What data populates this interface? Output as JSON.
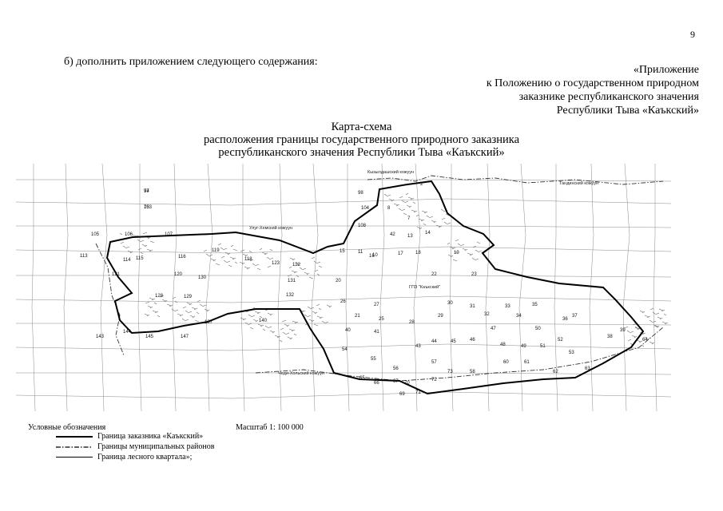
{
  "page_number": "9",
  "intro": "б) дополнить приложением следующего содержания:",
  "appendix": {
    "line1": "«Приложение",
    "line2": "к Положению о государственном природном",
    "line3": "заказнике республиканского значения",
    "line4": "Республики Тыва «Каъкский»"
  },
  "title": {
    "line1": "Карта-схема",
    "line2": "расположения границы государственного природного заказника",
    "line3": "республиканского значения Республики Тыва «Каъкский»"
  },
  "map": {
    "place_labels": [
      "Кызылдашский кожуун",
      "Тандинский кожуун",
      "Улуг-Хемский кожуун",
      "ГПЗ \"Каъкский\"",
      "Чеди-Хольский кожуун"
    ],
    "quarters": [
      "97",
      "103",
      "105",
      "106",
      "107",
      "113",
      "114",
      "115",
      "116",
      "118",
      "119",
      "120",
      "121",
      "122",
      "123",
      "128",
      "129",
      "130",
      "131",
      "132",
      "137",
      "140",
      "143",
      "144",
      "145",
      "147",
      "98",
      "104",
      "108",
      "8",
      "7",
      "14",
      "13",
      "42",
      "11",
      "17",
      "18",
      "15",
      "16",
      "19",
      "10",
      "2",
      "22",
      "23",
      "20",
      "26",
      "21",
      "25",
      "27",
      "28",
      "29",
      "30",
      "31",
      "32",
      "33",
      "34",
      "35",
      "36",
      "37",
      "38",
      "39",
      "40",
      "41",
      "43",
      "44",
      "45",
      "46",
      "47",
      "48",
      "49",
      "50",
      "51",
      "52",
      "53",
      "54",
      "55",
      "56",
      "57",
      "58",
      "60",
      "61",
      "62",
      "63",
      "64",
      "65",
      "66",
      "67",
      "69",
      "70",
      "71",
      "72",
      "73",
      "74",
      "75"
    ]
  },
  "legend": {
    "heading": "Условные обозначения",
    "scale": "Масштаб 1: 100 000",
    "items": [
      {
        "label": "Граница заказника «Каъкский»",
        "style": "solid-thick"
      },
      {
        "label": "Границы муниципальных районов",
        "style": "dash-dot"
      },
      {
        "label": "Граница лесного квартала»;",
        "style": "solid-thin"
      }
    ]
  }
}
